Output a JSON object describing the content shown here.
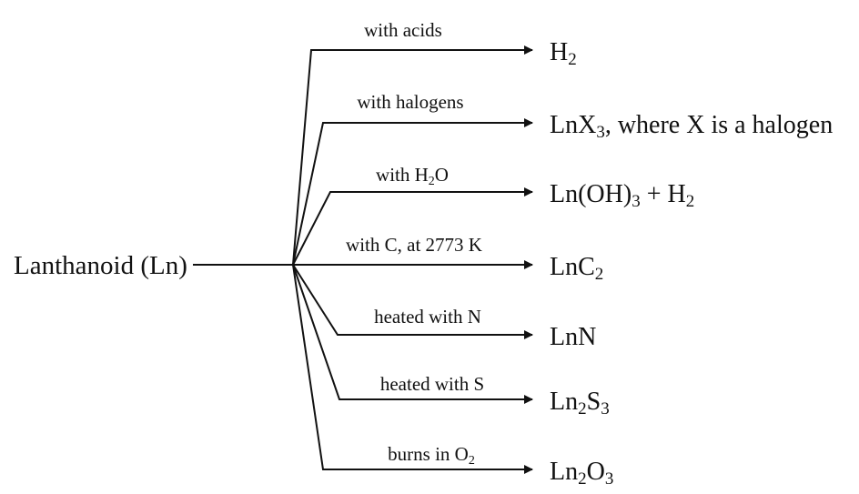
{
  "source": {
    "parts": [
      [
        "Lanthanoid (Ln)",
        ""
      ]
    ]
  },
  "branches": [
    {
      "condition": [
        [
          "with acids",
          ""
        ]
      ],
      "product": [
        [
          "H",
          ""
        ],
        [
          "2",
          "sub"
        ]
      ]
    },
    {
      "condition": [
        [
          "with halogens",
          ""
        ]
      ],
      "product": [
        [
          "LnX",
          ""
        ],
        [
          "3",
          "sub"
        ],
        [
          ", where X is a halogen",
          ""
        ]
      ]
    },
    {
      "condition": [
        [
          "with H",
          ""
        ],
        [
          "2",
          "sub"
        ],
        [
          "O",
          ""
        ]
      ],
      "product": [
        [
          "Ln(OH)",
          ""
        ],
        [
          "3",
          "sub"
        ],
        [
          " + H",
          ""
        ],
        [
          "2",
          "sub"
        ]
      ]
    },
    {
      "condition": [
        [
          "with C, at 2773 K",
          ""
        ]
      ],
      "product": [
        [
          "LnC",
          ""
        ],
        [
          "2",
          "sub"
        ]
      ]
    },
    {
      "condition": [
        [
          "heated with N",
          ""
        ]
      ],
      "product": [
        [
          "LnN",
          ""
        ]
      ]
    },
    {
      "condition": [
        [
          "heated with S",
          ""
        ]
      ],
      "product": [
        [
          "Ln",
          ""
        ],
        [
          "2",
          "sub"
        ],
        [
          "S",
          ""
        ],
        [
          "3",
          "sub"
        ]
      ]
    },
    {
      "condition": [
        [
          "burns in O",
          ""
        ],
        [
          "2",
          "sub"
        ]
      ],
      "product": [
        [
          "Ln",
          ""
        ],
        [
          "2",
          "sub"
        ],
        [
          "O",
          ""
        ],
        [
          "3",
          "sub"
        ]
      ]
    }
  ]
}
